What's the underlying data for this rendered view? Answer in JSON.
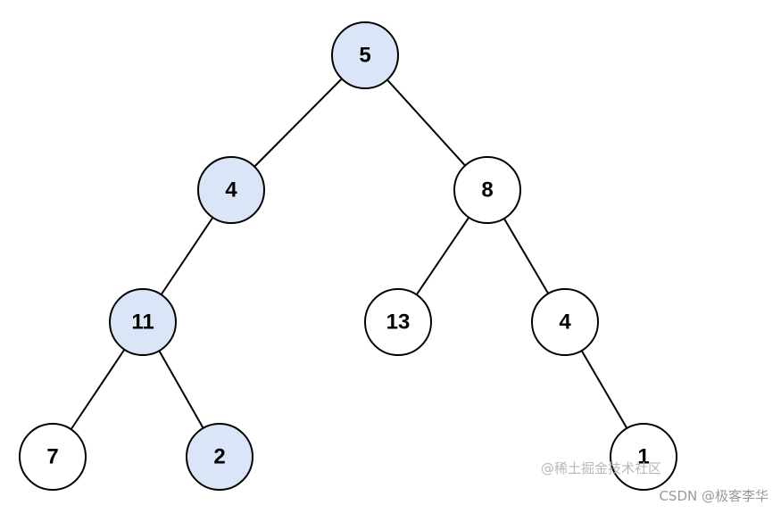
{
  "tree": {
    "colors": {
      "highlight_fill": "#dae6f8",
      "normal_fill": "#ffffff",
      "stroke": "#000000"
    },
    "nodes": [
      {
        "id": "n-root",
        "value": "5",
        "highlighted": true
      },
      {
        "id": "n-l",
        "value": "4",
        "highlighted": true
      },
      {
        "id": "n-r",
        "value": "8",
        "highlighted": false
      },
      {
        "id": "n-ll",
        "value": "11",
        "highlighted": true
      },
      {
        "id": "n-rl",
        "value": "13",
        "highlighted": false
      },
      {
        "id": "n-rr",
        "value": "4",
        "highlighted": false
      },
      {
        "id": "n-lll",
        "value": "7",
        "highlighted": false
      },
      {
        "id": "n-llr",
        "value": "2",
        "highlighted": true
      },
      {
        "id": "n-rrr",
        "value": "1",
        "highlighted": false
      }
    ],
    "edges": [
      [
        "n-root",
        "n-l"
      ],
      [
        "n-root",
        "n-r"
      ],
      [
        "n-l",
        "n-ll"
      ],
      [
        "n-r",
        "n-rl"
      ],
      [
        "n-r",
        "n-rr"
      ],
      [
        "n-ll",
        "n-lll"
      ],
      [
        "n-ll",
        "n-llr"
      ],
      [
        "n-rr",
        "n-rrr"
      ]
    ]
  },
  "watermarks": {
    "juejin": "@稀土掘金技术社区",
    "csdn": "CSDN @极客李华"
  }
}
